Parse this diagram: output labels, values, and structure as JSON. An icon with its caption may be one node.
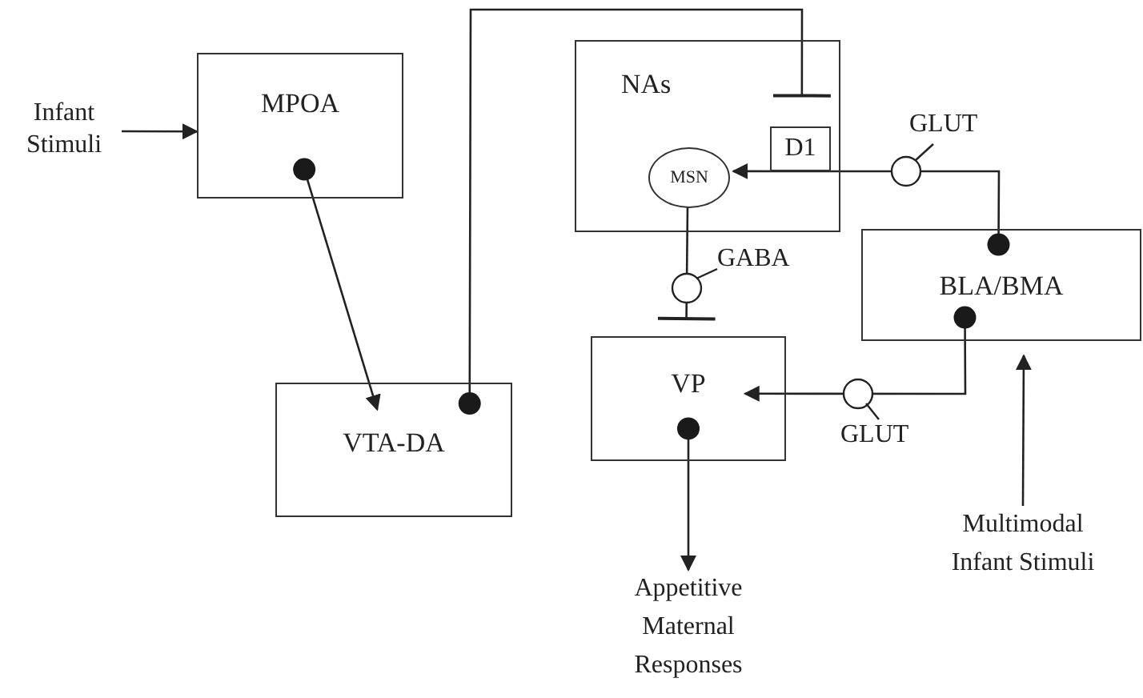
{
  "diagram": {
    "nodes": [
      {
        "text": [
          "Infant Stimuli"
        ]
      },
      {
        "text": [
          "MPOA"
        ]
      },
      {
        "text": [
          "NAs"
        ]
      },
      {
        "text": [
          "D1"
        ],
        "in": 2
      },
      {
        "text": [
          "MSN"
        ],
        "in": 2
      },
      {
        "text": [
          "BLA/BMA"
        ]
      },
      {
        "text": [
          "VTA-DA"
        ]
      },
      {
        "text": [
          "VP"
        ]
      },
      {
        "text": [
          "Appetitive Maternal Responses"
        ]
      },
      {
        "text": [
          "Multimodal Infant Stimuli"
        ]
      }
    ],
    "edges": [
      {
        "from": 0,
        "to": 1,
        "arrow": "to"
      },
      {
        "from": 1,
        "to": 6,
        "arrow": "to"
      },
      {
        "from": 6,
        "to": 2,
        "arrow": "other"
      },
      {
        "from": 5,
        "to": 4,
        "arrow": "to",
        "label": "GLUT"
      },
      {
        "from": 4,
        "to": 7,
        "arrow": "other",
        "label": "GABA"
      },
      {
        "from": 5,
        "to": 7,
        "arrow": "to",
        "label": "GLUT"
      },
      {
        "from": 7,
        "to": 8,
        "arrow": "to"
      },
      {
        "from": 9,
        "to": 5,
        "arrow": "to"
      }
    ]
  }
}
